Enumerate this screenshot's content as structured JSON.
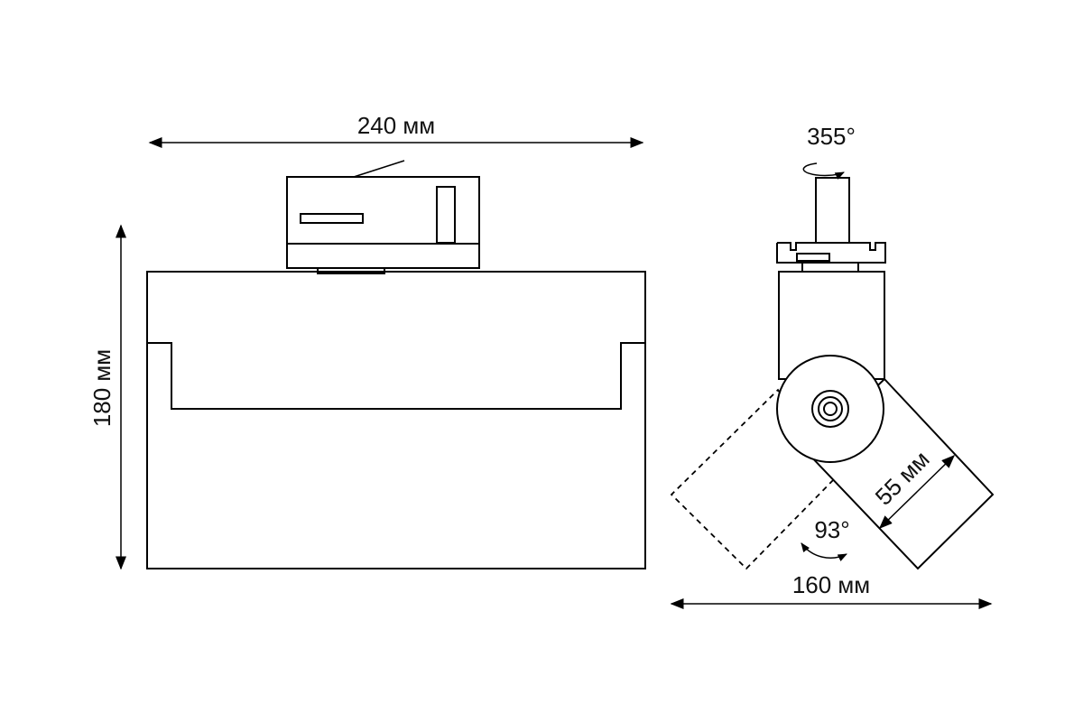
{
  "dimensions": {
    "width": "240 мм",
    "height": "180 мм",
    "depth": "160 мм",
    "lens": "55 мм",
    "rotation": "355°",
    "tilt": "93°"
  }
}
